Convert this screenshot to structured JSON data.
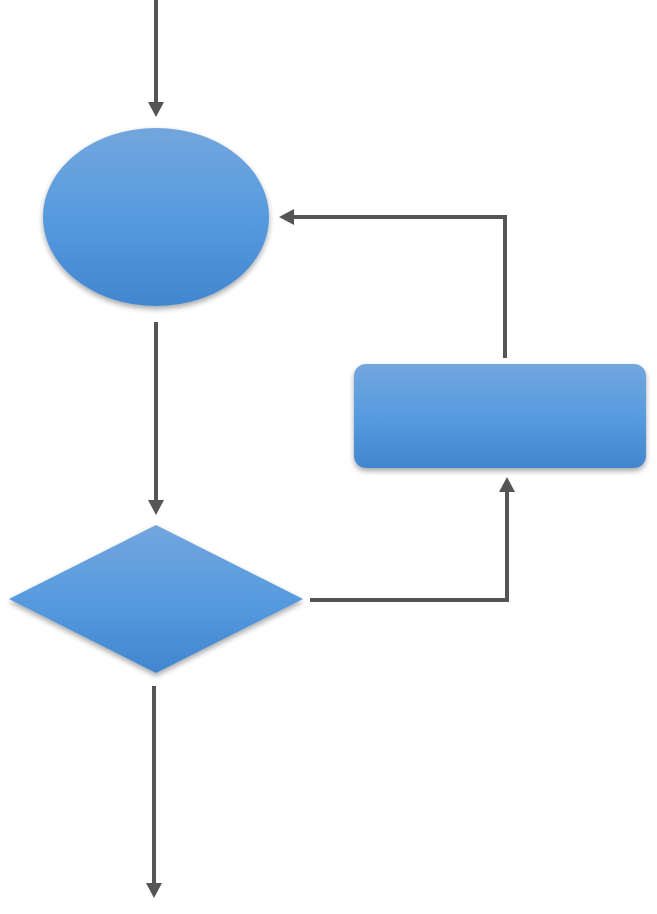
{
  "diagram": {
    "type": "flowchart-loop",
    "colors": {
      "shape_top": "#72A6DD",
      "shape_mid": "#579BDF",
      "shape_bottom": "#4186CF",
      "connector": "#555555",
      "background": "#FFFFFF"
    },
    "nodes": [
      {
        "id": "start-ellipse",
        "shape": "ellipse",
        "label": ""
      },
      {
        "id": "decision-diamond",
        "shape": "diamond",
        "label": ""
      },
      {
        "id": "process-box",
        "shape": "rounded-rectangle",
        "label": ""
      }
    ],
    "edges": [
      {
        "from": "entry",
        "to": "start-ellipse"
      },
      {
        "from": "start-ellipse",
        "to": "decision-diamond"
      },
      {
        "from": "decision-diamond",
        "to": "process-box"
      },
      {
        "from": "process-box",
        "to": "start-ellipse"
      },
      {
        "from": "decision-diamond",
        "to": "exit"
      }
    ]
  }
}
